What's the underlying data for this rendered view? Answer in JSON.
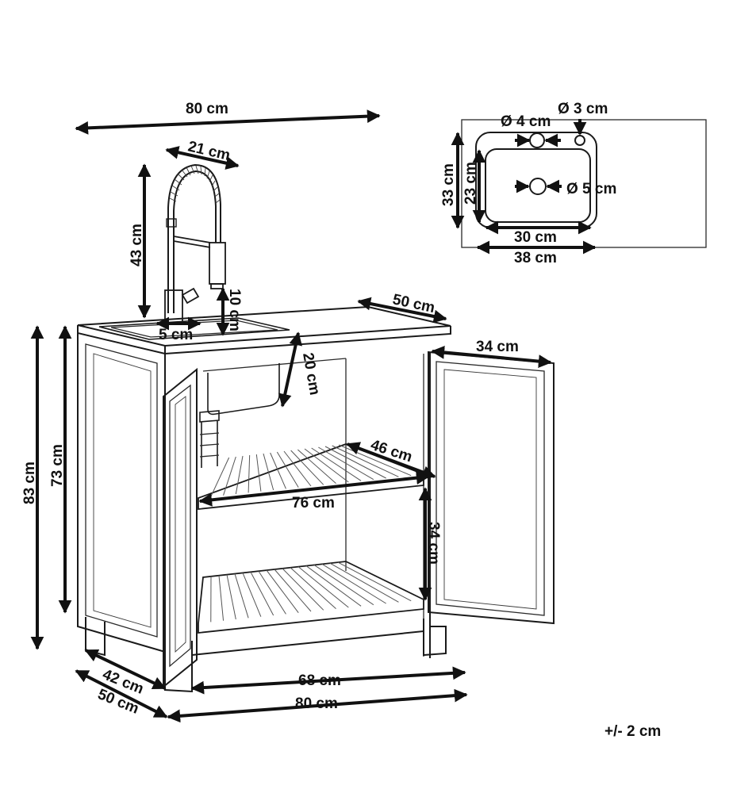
{
  "colors": {
    "line": "#1a1a1a",
    "dimension": "#111111",
    "background": "#ffffff"
  },
  "labels": {
    "width_top": "80 cm",
    "faucet_reach": "21 cm",
    "faucet_height": "43 cm",
    "spout_height": "10 cm",
    "spout_offset": "5 cm",
    "depth_top": "50 cm",
    "bowl_depth": "20 cm",
    "door_width": "34 cm",
    "shelf_depth": "46 cm",
    "shelf_width": "76 cm",
    "shelf_gap": "34 cm",
    "overall_height": "83 cm",
    "body_height": "73 cm",
    "inner_width": "68 cm",
    "bottom_width": "80 cm",
    "base_depth_inner": "42 cm",
    "base_depth_outer": "50 cm",
    "tolerance": "+/- 2 cm"
  },
  "sink_detail": {
    "hole_small": "Ø 3 cm",
    "hole_medium": "Ø 4 cm",
    "drain": "Ø 5 cm",
    "outer_depth": "33 cm",
    "inner_depth": "23 cm",
    "inner_width": "30 cm",
    "outer_width": "38 cm"
  }
}
